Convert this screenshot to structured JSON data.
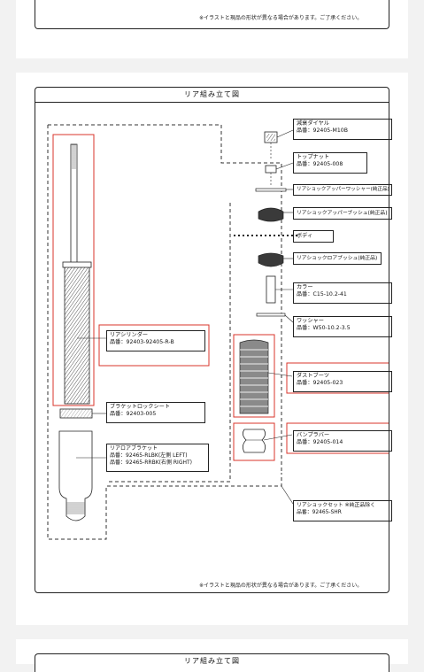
{
  "top_card": {
    "note": "※イラストと現品の形状が異なる場合があります。ご了承ください。"
  },
  "main_card": {
    "title": "リア組み立て図",
    "note": "※イラストと現品の形状が異なる場合があります。ご了承ください。",
    "labels": {
      "damping_dial": {
        "name": "減衰ダイヤル",
        "part": "品番：92405-M10B"
      },
      "top_nut": {
        "name": "トップナット",
        "part": "品番：92405-008"
      },
      "upper_washer": {
        "name": "リアショックアッパーワッシャー(純正品)"
      },
      "upper_bush": {
        "name": "リアショックアッパーブッシュ(純正品)"
      },
      "body": {
        "name": "ボディ"
      },
      "lower_bush": {
        "name": "リアショックロアブッシュ(純正品)"
      },
      "collar": {
        "name": "カラー",
        "part": "品番：C15-10.2-41"
      },
      "washer": {
        "name": "ワッシャー",
        "part": "品番：W50-10.2-3.5"
      },
      "dust_boots": {
        "name": "ダストブーツ",
        "part": "品番：92405-023"
      },
      "bump_rubber": {
        "name": "バンプラバー",
        "part": "品番：92405-014"
      },
      "rear_shock_set": {
        "name": "リアショックセット ※純正品除く",
        "part": "品番：92465-SHR"
      },
      "rear_cylinder": {
        "name": "リアシリンダー",
        "part": "品番：92403-92405-R-B"
      },
      "bracket_lock": {
        "name": "ブラケットロックシート",
        "part": "品番：92403-005"
      },
      "lower_bracket": {
        "name": "リアロアブラケット",
        "part": "品番：92465-RLBK(左側 LEFT)",
        "part2": "品番：92465-RRBK(右側 RIGHT)"
      }
    }
  },
  "bottom_card": {
    "title": "リア組み立て図"
  },
  "colors": {
    "highlight": "#d9342b",
    "line": "#222222",
    "page_bg": "#f2f2f2"
  }
}
